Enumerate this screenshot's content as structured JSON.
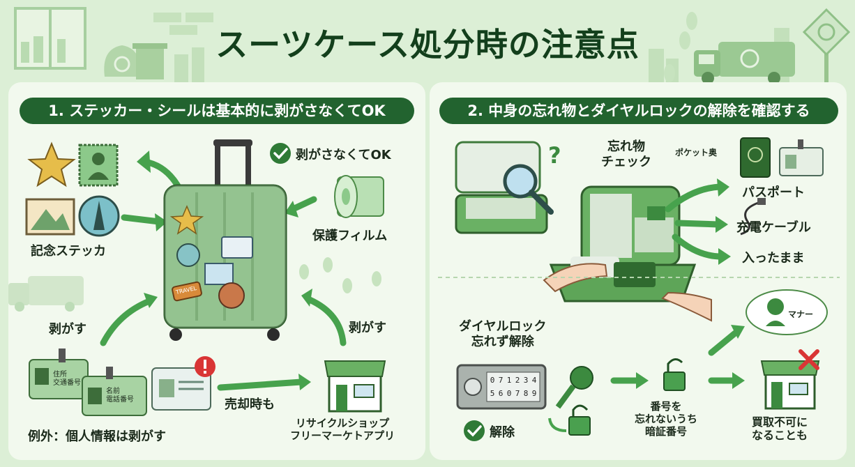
{
  "title": "スーツケース処分時の注意点",
  "section1": {
    "header": "1. ステッカー・シールは基本的に剥がさなくてOK",
    "ok_label": "剥がさなくてOK",
    "protect_film": "保護フィルム",
    "commemorative_sticker": "記念ステッカ",
    "peel_left": "剥がす",
    "peel_right": "剥がす",
    "when_selling": "売却時も",
    "shop": "リサイクルショップ\nフリーマーケトアプリ",
    "exception": "例外：個人情報は剥がす",
    "sticker_travel": "TRAVEL",
    "card1": "住所\n交通番号",
    "card2": "名前\n電話番号"
  },
  "section2": {
    "header": "2. 中身の忘れ物とダイヤルロックの解除を確認する",
    "forgotten_check": "忘れ物\nチェック",
    "pocket_back": "ポケット奥",
    "passport": "パスポート",
    "charging_cable": "充電ケーブル",
    "left_inside": "入ったまま",
    "dial_lock": "ダイヤルロック\n忘れず解除",
    "unlock": "解除",
    "code_note": "番号を\n忘れないうち\n暗証番号",
    "manner": "マナー",
    "not_buyable": "買取不可に\nなることも",
    "dial_digits": [
      "0",
      "7",
      "1",
      "2",
      "3",
      "4",
      "5",
      "6",
      "0",
      "7",
      "8",
      "9"
    ]
  },
  "colors": {
    "dark_green": "#22632f",
    "mid_green": "#4aa04f",
    "light_green": "#8cc98a",
    "red": "#d93535",
    "background": "#dcefd6"
  }
}
